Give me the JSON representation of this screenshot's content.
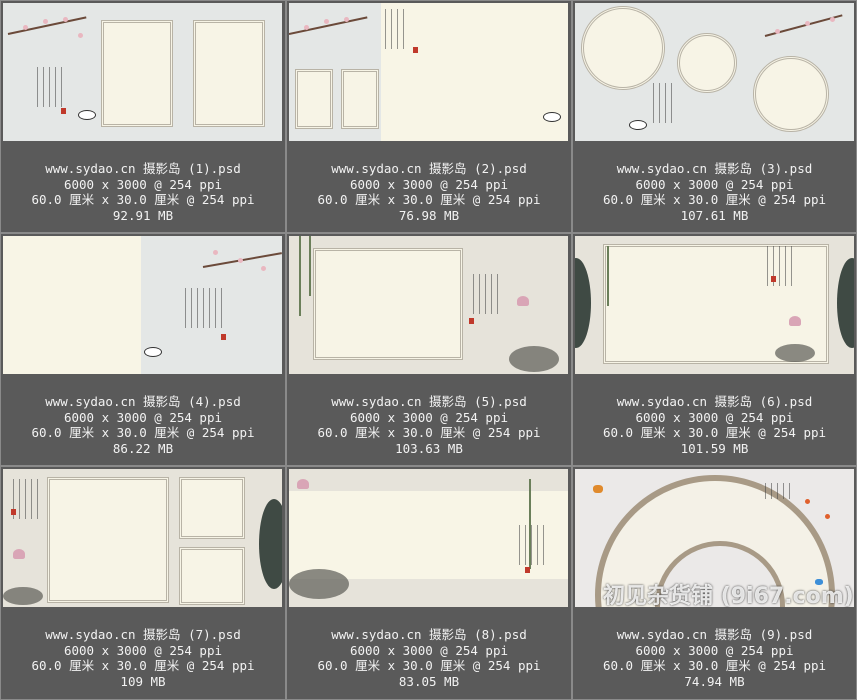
{
  "items": [
    {
      "name": "www.sydao.cn 摄影岛 (1).psd",
      "pixels": "6000 x 3000 @ 254 ppi",
      "physical": "60.0 厘米 x 30.0 厘米 @ 254 ppi",
      "size": "92.91 MB"
    },
    {
      "name": "www.sydao.cn 摄影岛 (2).psd",
      "pixels": "6000 x 3000 @ 254 ppi",
      "physical": "60.0 厘米 x 30.0 厘米 @ 254 ppi",
      "size": "76.98 MB"
    },
    {
      "name": "www.sydao.cn 摄影岛 (3).psd",
      "pixels": "6000 x 3000 @ 254 ppi",
      "physical": "60.0 厘米 x 30.0 厘米 @ 254 ppi",
      "size": "107.61 MB"
    },
    {
      "name": "www.sydao.cn 摄影岛 (4).psd",
      "pixels": "6000 x 3000 @ 254 ppi",
      "physical": "60.0 厘米 x 30.0 厘米 @ 254 ppi",
      "size": "86.22 MB"
    },
    {
      "name": "www.sydao.cn 摄影岛 (5).psd",
      "pixels": "6000 x 3000 @ 254 ppi",
      "physical": "60.0 厘米 x 30.0 厘米 @ 254 ppi",
      "size": "103.63 MB"
    },
    {
      "name": "www.sydao.cn 摄影岛 (6).psd",
      "pixels": "6000 x 3000 @ 254 ppi",
      "physical": "60.0 厘米 x 30.0 厘米 @ 254 ppi",
      "size": "101.59 MB"
    },
    {
      "name": "www.sydao.cn 摄影岛 (7).psd",
      "pixels": "6000 x 3000 @ 254 ppi",
      "physical": "60.0 厘米 x 30.0 厘米 @ 254 ppi",
      "size": "109 MB"
    },
    {
      "name": "www.sydao.cn 摄影岛 (8).psd",
      "pixels": "6000 x 3000 @ 254 ppi",
      "physical": "60.0 厘米 x 30.0 厘米 @ 254 ppi",
      "size": "83.05 MB"
    },
    {
      "name": "www.sydao.cn 摄影岛 (9).psd",
      "pixels": "6000 x 3000 @ 254 ppi",
      "physical": "60.0 厘米 x 30.0 厘米 @ 254 ppi",
      "size": "74.94 MB"
    }
  ],
  "watermark": "初见杂货铺 (9i67.com)"
}
